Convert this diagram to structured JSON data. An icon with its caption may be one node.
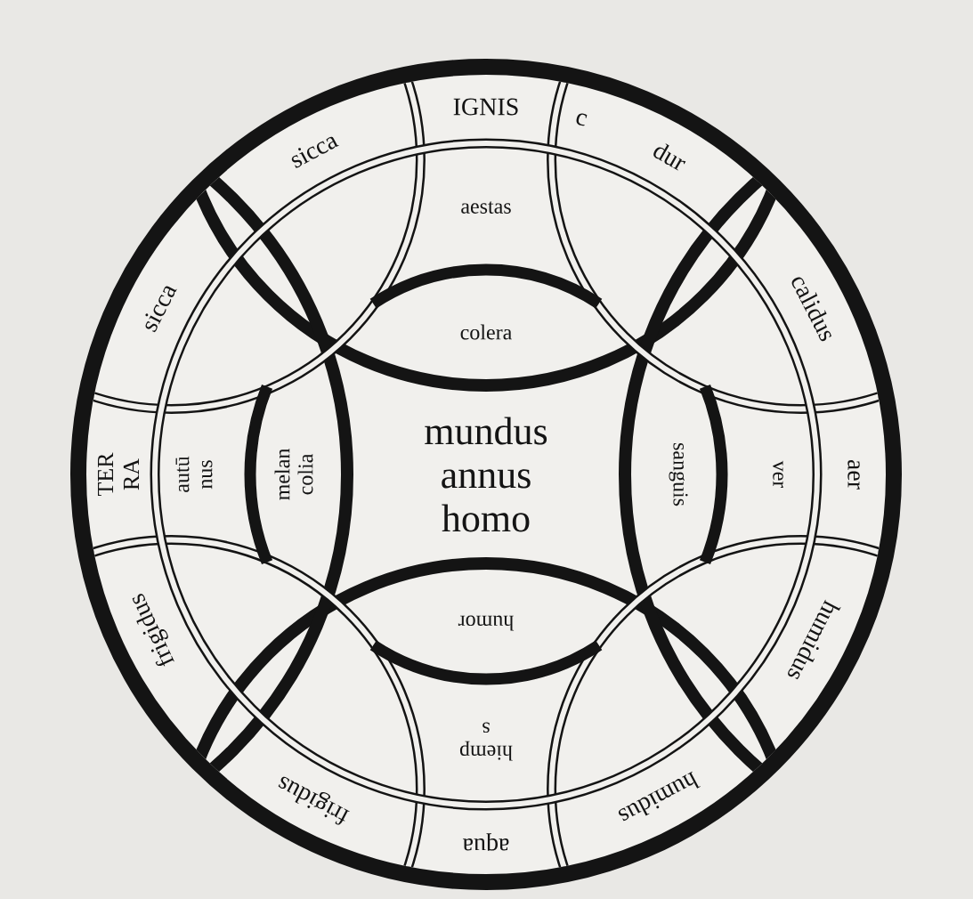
{
  "diagram": {
    "nodes": [
      {
        "text": [
          "IGNIS"
        ]
      },
      {
        "text": [
          "c"
        ]
      },
      {
        "text": [
          "dur"
        ]
      },
      {
        "text": [
          "sicca"
        ]
      },
      {
        "text": [
          "aestas"
        ]
      },
      {
        "text": [
          "colera"
        ]
      },
      {
        "text": [
          "sicca"
        ]
      },
      {
        "text": [
          "calidus"
        ]
      },
      {
        "text": [
          "TER RA"
        ]
      },
      {
        "text": [
          "autū nus"
        ]
      },
      {
        "text": [
          "melan colia"
        ]
      },
      {
        "text": [
          "mundus",
          "annus",
          "homo"
        ]
      },
      {
        "text": [
          "sanguis"
        ]
      },
      {
        "text": [
          "ver"
        ]
      },
      {
        "text": [
          "aer"
        ]
      },
      {
        "text": [
          "frigidus"
        ]
      },
      {
        "text": [
          "humor"
        ]
      },
      {
        "text": [
          "humidus"
        ]
      },
      {
        "text": [
          "hiemp s"
        ]
      },
      {
        "text": [
          "frigidus"
        ]
      },
      {
        "text": [
          "aqua"
        ]
      },
      {
        "text": [
          "humidus"
        ]
      }
    ]
  }
}
